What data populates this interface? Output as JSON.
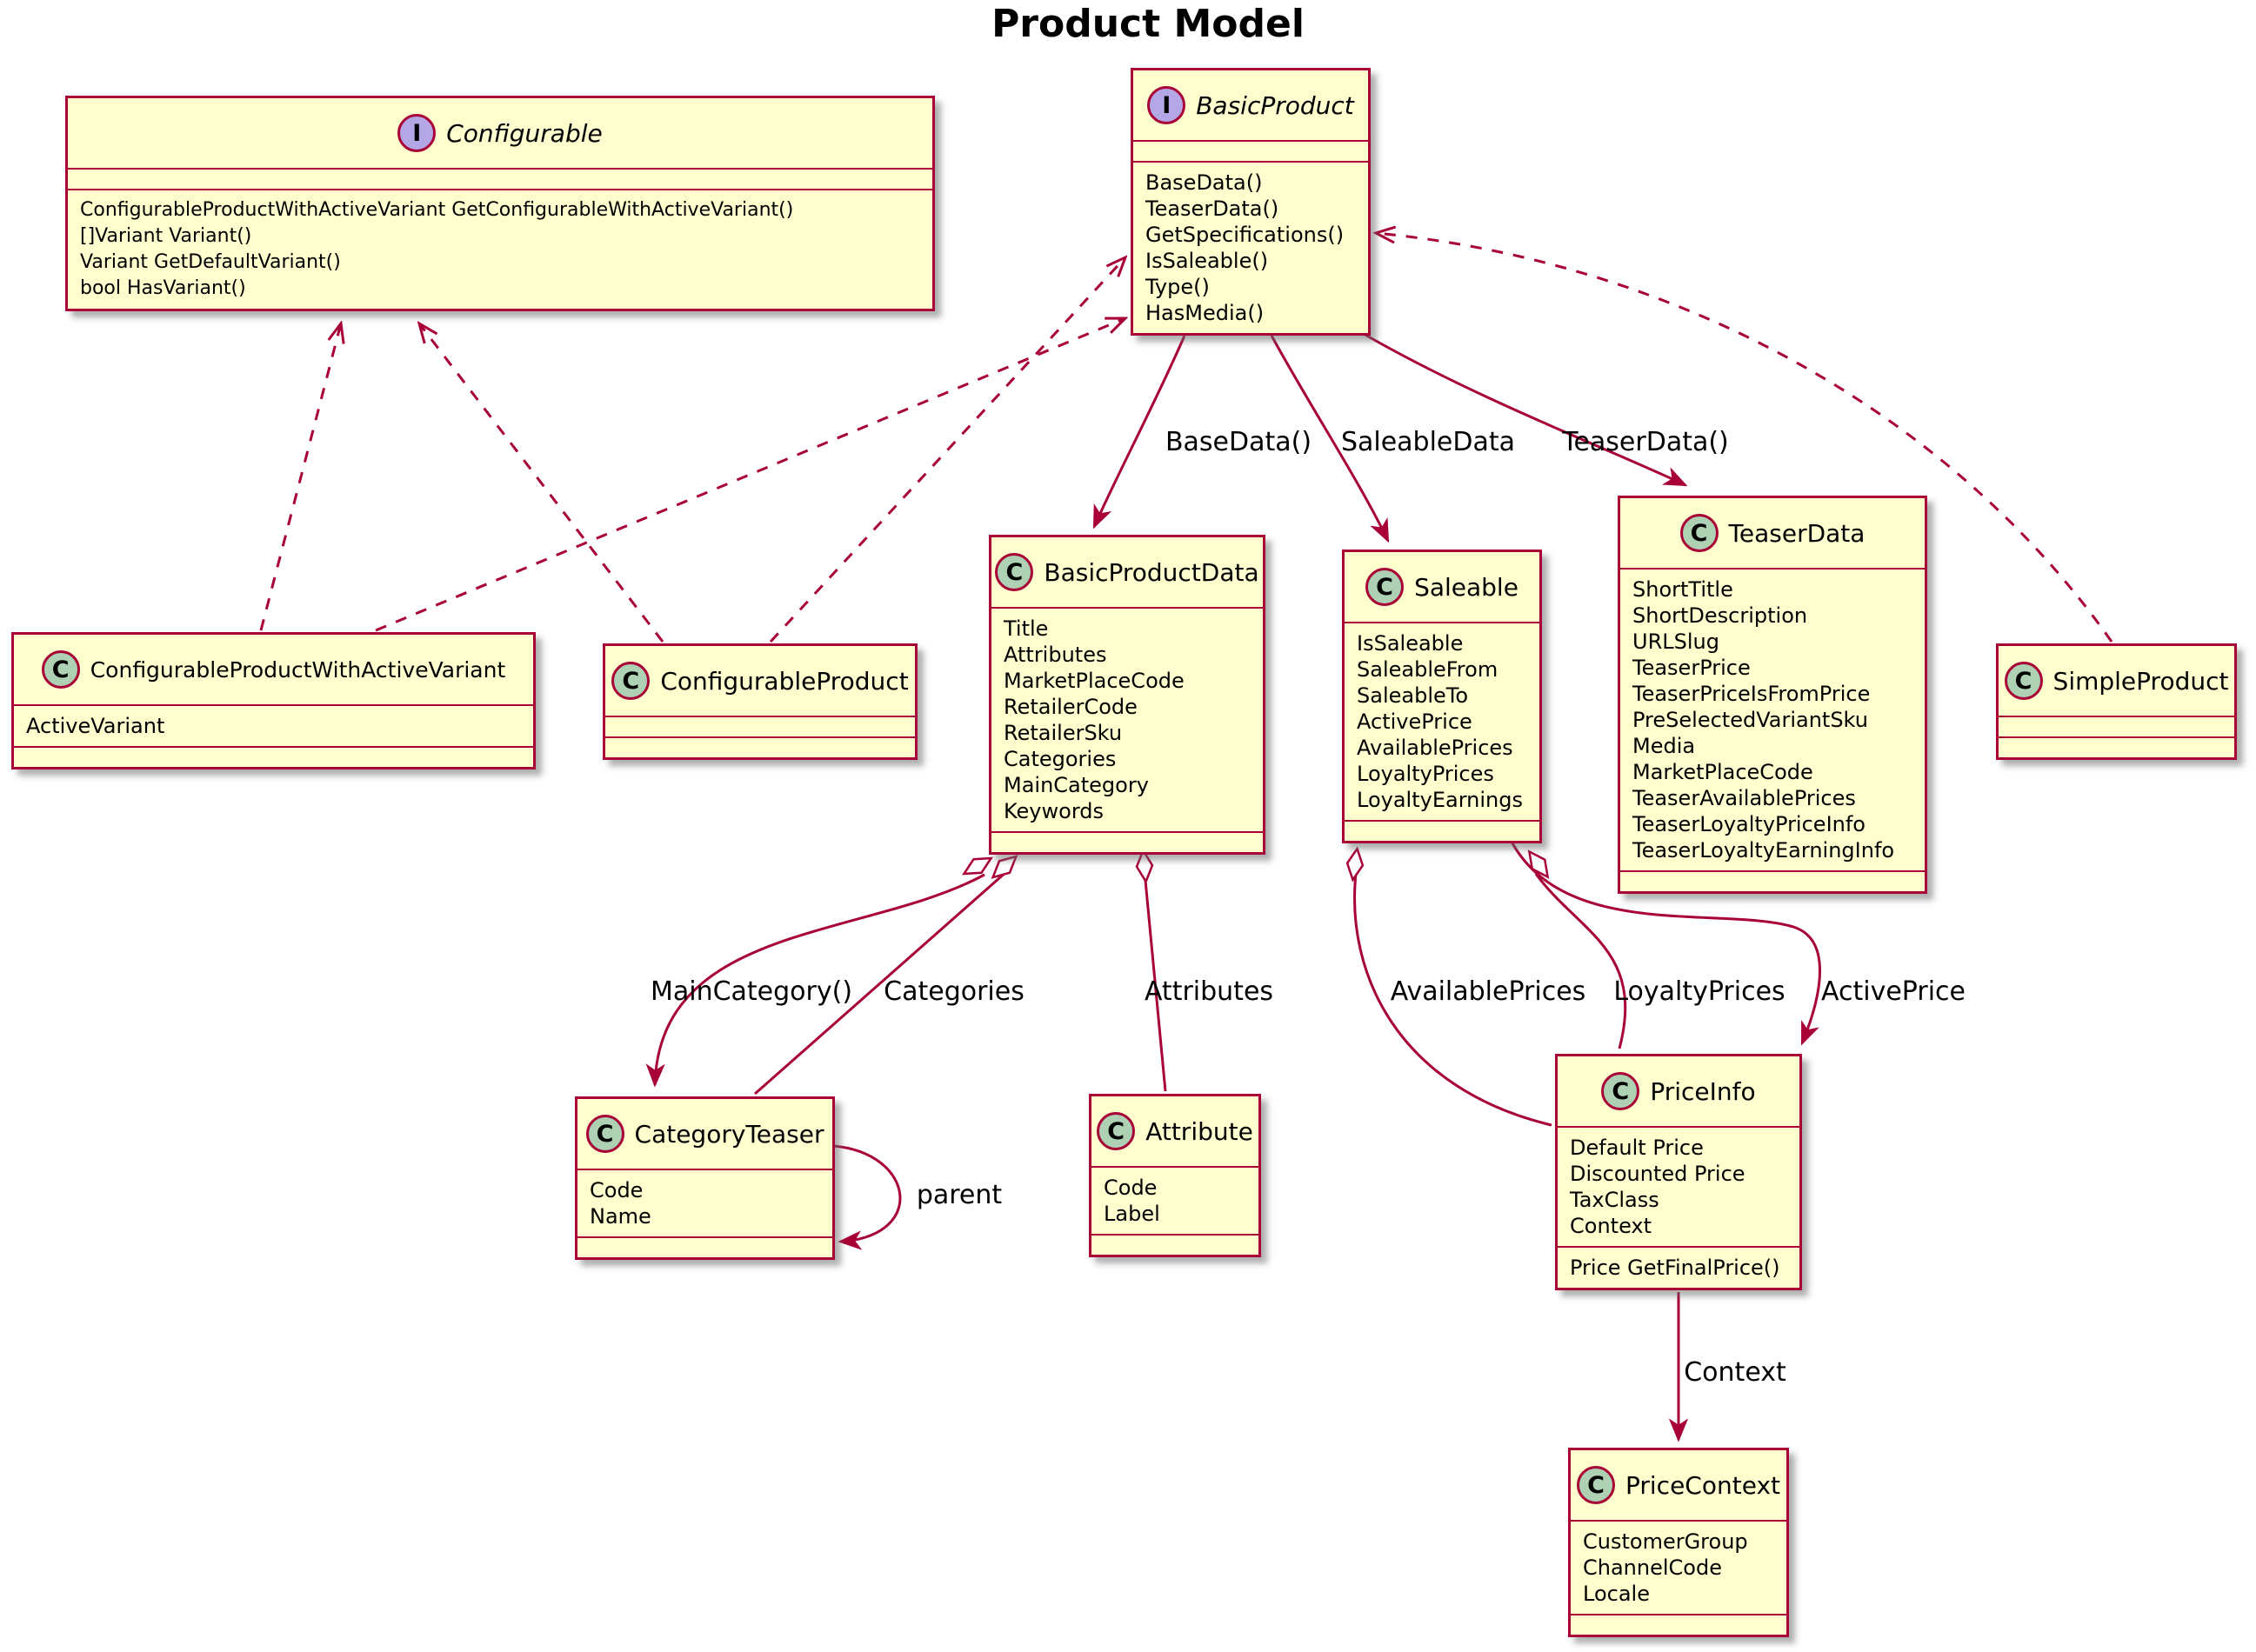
{
  "title": "Product Model",
  "colors": {
    "accent": "#A80036",
    "box_fill": "#FEFECE",
    "interface_icon_fill": "#B4A7E5",
    "class_icon_fill": "#ADD1B2",
    "text": "#000000",
    "background": "#FFFFFF"
  },
  "classes": [
    {
      "stereotype": "I",
      "name": "Configurable",
      "fields": [],
      "methods": [
        "ConfigurableProductWithActiveVariant GetConfigurableWithActiveVariant()",
        "[]Variant Variant()",
        "Variant GetDefaultVariant()",
        "bool HasVariant()"
      ]
    },
    {
      "stereotype": "I",
      "name": "BasicProduct",
      "fields": [],
      "methods": [
        "BaseData()",
        "TeaserData()",
        "GetSpecifications()",
        "IsSaleable()",
        "Type()",
        "HasMedia()"
      ]
    },
    {
      "stereotype": "C",
      "name": "ConfigurableProductWithActiveVariant",
      "fields": [
        "ActiveVariant"
      ],
      "methods": []
    },
    {
      "stereotype": "C",
      "name": "ConfigurableProduct",
      "fields": [],
      "methods": []
    },
    {
      "stereotype": "C",
      "name": "BasicProductData",
      "fields": [
        "Title",
        "Attributes",
        "MarketPlaceCode",
        "RetailerCode",
        "RetailerSku",
        "Categories",
        "MainCategory",
        "Keywords"
      ],
      "methods": []
    },
    {
      "stereotype": "C",
      "name": "Saleable",
      "fields": [
        "IsSaleable",
        "SaleableFrom",
        "SaleableTo",
        "ActivePrice",
        "AvailablePrices",
        "LoyaltyPrices",
        "LoyaltyEarnings"
      ],
      "methods": []
    },
    {
      "stereotype": "C",
      "name": "TeaserData",
      "fields": [
        "ShortTitle",
        "ShortDescription",
        "URLSlug",
        "TeaserPrice",
        "TeaserPriceIsFromPrice",
        "PreSelectedVariantSku",
        "Media",
        "MarketPlaceCode",
        "TeaserAvailablePrices",
        "TeaserLoyaltyPriceInfo",
        "TeaserLoyaltyEarningInfo"
      ],
      "methods": []
    },
    {
      "stereotype": "C",
      "name": "SimpleProduct",
      "fields": [],
      "methods": []
    },
    {
      "stereotype": "C",
      "name": "CategoryTeaser",
      "fields": [
        "Code",
        "Name"
      ],
      "methods": []
    },
    {
      "stereotype": "C",
      "name": "Attribute",
      "fields": [
        "Code",
        "Label"
      ],
      "methods": []
    },
    {
      "stereotype": "C",
      "name": "PriceInfo",
      "fields": [
        "Default Price",
        "Discounted Price",
        "TaxClass",
        "Context"
      ],
      "methods": [
        "Price GetFinalPrice()"
      ]
    },
    {
      "stereotype": "C",
      "name": "PriceContext",
      "fields": [
        "CustomerGroup",
        "ChannelCode",
        "Locale"
      ],
      "methods": []
    }
  ],
  "edge_labels": {
    "basedata": "BaseData()",
    "saleabledata": "SaleableData",
    "teaserdata": "TeaserData()",
    "maincategory": "MainCategory()",
    "categories": "Categories",
    "attributes": "Attributes",
    "availableprices": "AvailablePrices",
    "loyaltyprices": "LoyaltyPrices",
    "activeprice": "ActivePrice",
    "parent": "parent",
    "context": "Context"
  },
  "relations": [
    {
      "from": "ConfigurableProductWithActiveVariant",
      "to": "Configurable",
      "type": "dashed-arrow",
      "label": ""
    },
    {
      "from": "ConfigurableProduct",
      "to": "Configurable",
      "type": "dashed-arrow",
      "label": ""
    },
    {
      "from": "ConfigurableProductWithActiveVariant",
      "to": "BasicProduct",
      "type": "dashed-arrow",
      "label": ""
    },
    {
      "from": "ConfigurableProduct",
      "to": "BasicProduct",
      "type": "dashed-arrow",
      "label": ""
    },
    {
      "from": "SimpleProduct",
      "to": "BasicProduct",
      "type": "dashed-arrow",
      "label": ""
    },
    {
      "from": "BasicProduct",
      "to": "BasicProductData",
      "type": "solid-arrow",
      "label": "BaseData()"
    },
    {
      "from": "BasicProduct",
      "to": "Saleable",
      "type": "solid-arrow",
      "label": "SaleableData"
    },
    {
      "from": "BasicProduct",
      "to": "TeaserData",
      "type": "solid-arrow",
      "label": "TeaserData()"
    },
    {
      "from": "BasicProductData",
      "to": "CategoryTeaser",
      "type": "aggregation-arrow",
      "label": "MainCategory()"
    },
    {
      "from": "BasicProductData",
      "to": "CategoryTeaser",
      "type": "aggregation",
      "label": "Categories"
    },
    {
      "from": "BasicProductData",
      "to": "Attribute",
      "type": "aggregation",
      "label": "Attributes"
    },
    {
      "from": "Saleable",
      "to": "PriceInfo",
      "type": "aggregation",
      "label": "AvailablePrices"
    },
    {
      "from": "Saleable",
      "to": "PriceInfo",
      "type": "aggregation",
      "label": "LoyaltyPrices"
    },
    {
      "from": "Saleable",
      "to": "PriceInfo",
      "type": "solid-arrow",
      "label": "ActivePrice"
    },
    {
      "from": "CategoryTeaser",
      "to": "CategoryTeaser",
      "type": "solid-arrow",
      "label": "parent"
    },
    {
      "from": "PriceInfo",
      "to": "PriceContext",
      "type": "solid-arrow",
      "label": "Context"
    }
  ]
}
